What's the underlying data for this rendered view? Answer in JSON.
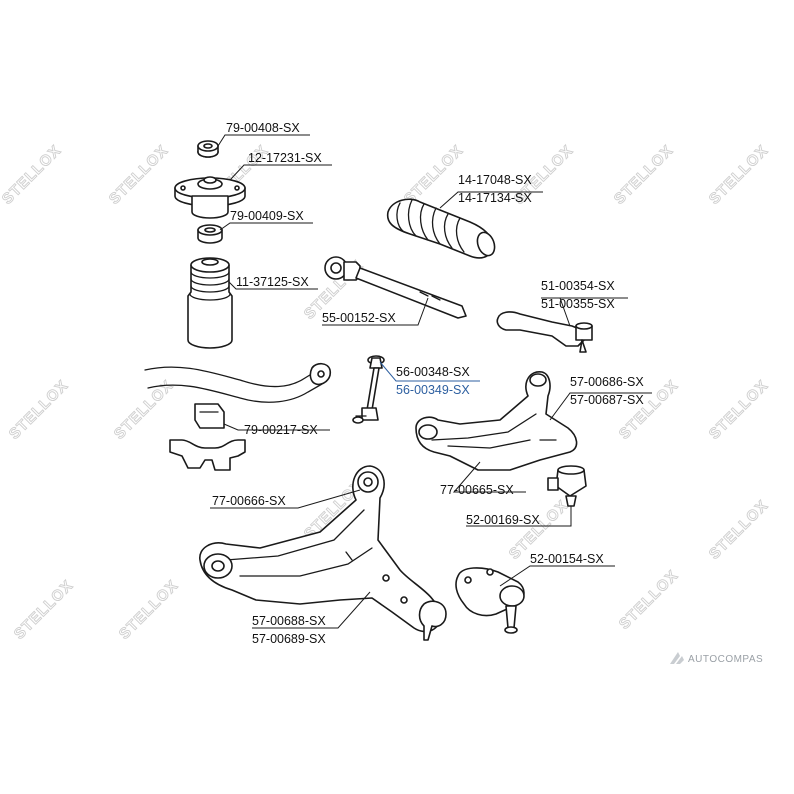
{
  "watermark": {
    "text": "STELLOX"
  },
  "brand": {
    "name": "AUTOCOMPAS"
  },
  "callouts": [
    {
      "id": "c1",
      "lines": [
        "79-00408-SX"
      ]
    },
    {
      "id": "c2",
      "lines": [
        "12-17231-SX"
      ]
    },
    {
      "id": "c3",
      "lines": [
        "79-00409-SX"
      ]
    },
    {
      "id": "c4",
      "lines": [
        "11-37125-SX"
      ]
    },
    {
      "id": "c5",
      "lines": [
        "14-17048-SX",
        "14-17134-SX"
      ]
    },
    {
      "id": "c6",
      "lines": [
        "55-00152-SX"
      ]
    },
    {
      "id": "c7",
      "lines": [
        "51-00354-SX",
        "51-00355-SX"
      ]
    },
    {
      "id": "c8",
      "lines": [
        "56-00348-SX",
        "56-00349-SX"
      ],
      "highlight_line": 1
    },
    {
      "id": "c9",
      "lines": [
        "57-00686-SX",
        "57-00687-SX"
      ]
    },
    {
      "id": "c10",
      "lines": [
        "79-00217-SX"
      ]
    },
    {
      "id": "c11",
      "lines": [
        "77-00665-SX"
      ]
    },
    {
      "id": "c12",
      "lines": [
        "77-00666-SX"
      ]
    },
    {
      "id": "c13",
      "lines": [
        "52-00169-SX"
      ]
    },
    {
      "id": "c14",
      "lines": [
        "52-00154-SX"
      ]
    },
    {
      "id": "c15",
      "lines": [
        "57-00688-SX",
        "57-00689-SX"
      ]
    }
  ],
  "colors": {
    "highlight": "#2d5fa0",
    "line": "#1a1a1a",
    "watermark": "#cfcfcf"
  }
}
